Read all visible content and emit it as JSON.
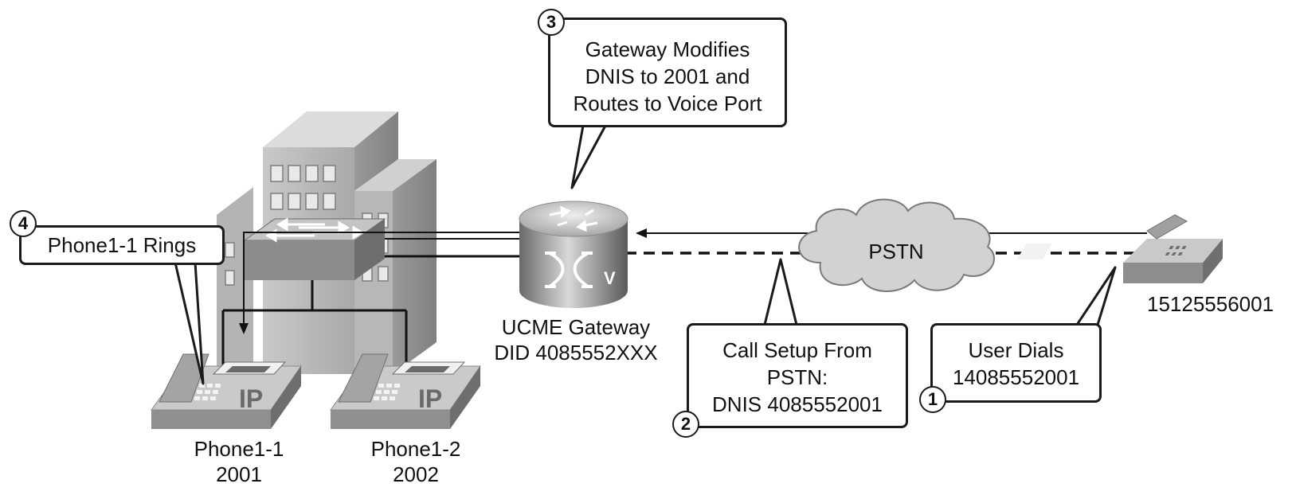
{
  "callouts": {
    "gateway_modifies": {
      "number": "3",
      "lines": [
        "Gateway Modifies",
        "DNIS to 2001 and",
        "Routes to Voice Port"
      ]
    },
    "phone_rings": {
      "number": "4",
      "lines": [
        "Phone1-1 Rings"
      ]
    },
    "call_setup": {
      "number": "2",
      "lines": [
        "Call Setup From",
        "PSTN:",
        "DNIS 4085552001"
      ]
    },
    "user_dials": {
      "number": "1",
      "lines": [
        "User Dials",
        "14085552001"
      ]
    }
  },
  "gateway": {
    "name": "UCME Gateway",
    "did": "DID 4085552XXX",
    "voice_symbol": "V"
  },
  "pstn": {
    "label": "PSTN"
  },
  "caller": {
    "number": "15125556001"
  },
  "phones": [
    {
      "name": "Phone1-1",
      "extension": "2001",
      "badge": "IP"
    },
    {
      "name": "Phone1-2",
      "extension": "2002",
      "badge": "IP"
    }
  ]
}
